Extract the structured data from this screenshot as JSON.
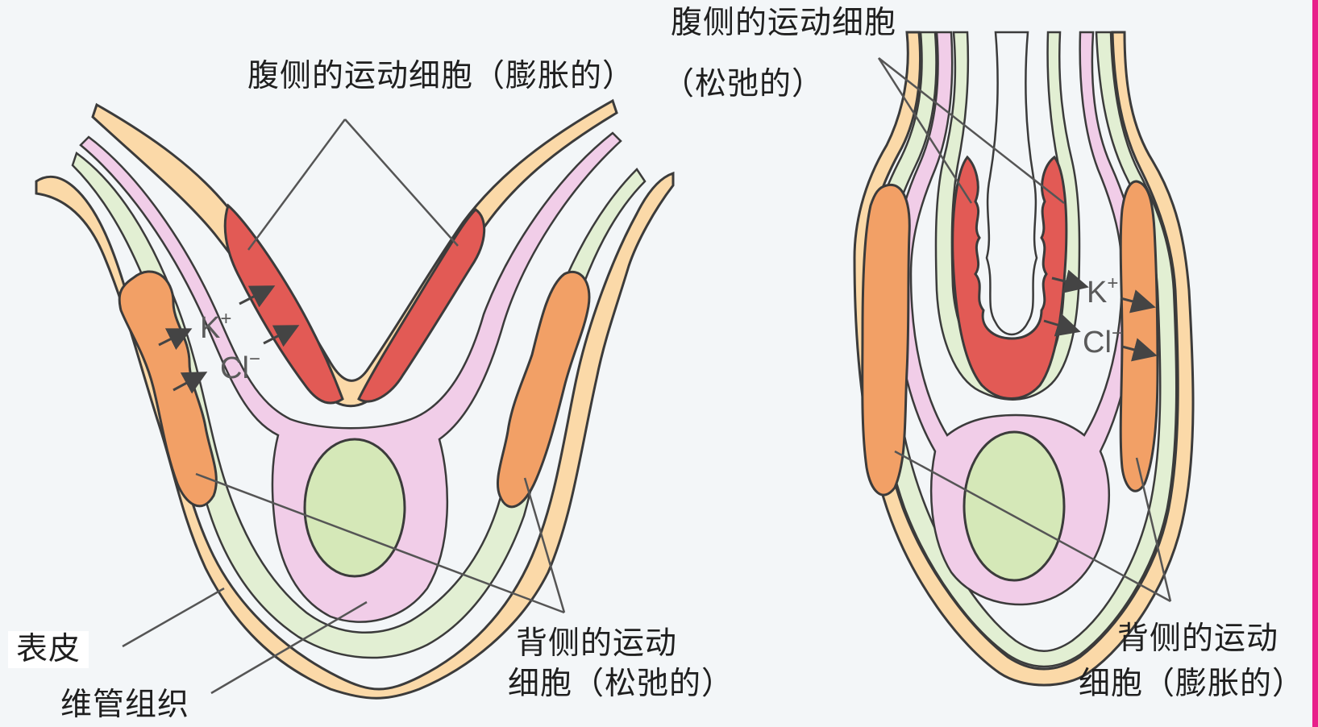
{
  "left_diagram": {
    "ventral_label": "腹侧的运动细胞（膨胀的）",
    "dorsal_label_line1": "背侧的运动",
    "dorsal_label_line2": "细胞（松弛的）",
    "epidermis_label": "表皮",
    "vascular_label": "维管组织",
    "ion_k": "K",
    "ion_k_charge": "+",
    "ion_cl": "Cl",
    "ion_cl_charge": "−"
  },
  "right_diagram": {
    "ventral_label_line1": "腹侧的运动细胞",
    "ventral_label_line2": "（松弛的）",
    "dorsal_label_line1": "背侧的运动",
    "dorsal_label_line2": "细胞（膨胀的）",
    "ion_k": "K",
    "ion_k_charge": "+",
    "ion_cl": "Cl",
    "ion_cl_charge": "−"
  },
  "colors": {
    "epidermis": "#fbd9a8",
    "ground_tissue": "#e2efd3",
    "vascular_ring": "#f1cde8",
    "ventral_swollen": "#e25a55",
    "dorsal_cell": "#f2a066",
    "vascular_core": "#d5e8b8",
    "outline": "#3b3b3b",
    "edge_bar": "#e8208a"
  }
}
